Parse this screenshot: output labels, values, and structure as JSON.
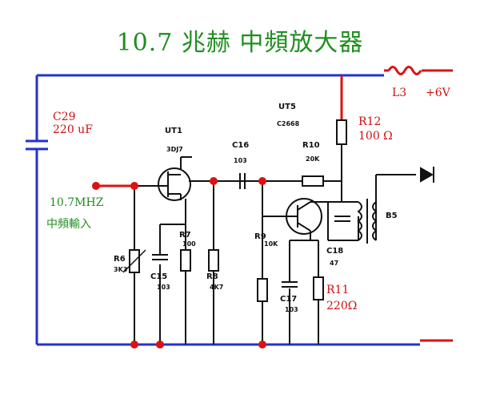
{
  "title": "10.7 兆赫 中頻放大器",
  "colors": {
    "title": "#1f8f1f",
    "bus": "#2233cc",
    "highlight": "#dd1111",
    "ink": "#111111",
    "label_red": "#cc1111",
    "label_green": "#1f8f1f"
  },
  "labels": {
    "c29_name": "C29",
    "c29_value": "220 uF",
    "l3": "L3",
    "supply": "+6V",
    "r12_name": "R12",
    "r12_value": "100 Ω",
    "input_freq": "10.7MHZ",
    "input_desc": "中頻輸入",
    "r11_name": "R11",
    "r11_value": "220Ω",
    "ut1": "UT1",
    "ut1_part": "3DJ7",
    "ut5": "UT5",
    "ut5_part": "C2668",
    "c16": "C16",
    "c16_part": "103",
    "r10": "R10",
    "r10_part": "20K",
    "r6": "R6",
    "r6_part": "3K3",
    "r7": "R7",
    "r7_part": "100",
    "c15": "C15",
    "c15_part": "103",
    "r8": "R8",
    "r8_part": "4K7",
    "r9": "R9",
    "r9_part": "10K",
    "c17": "C17",
    "c17_part": "103",
    "c18": "C18",
    "c18_part": "47",
    "b5": "B5"
  }
}
